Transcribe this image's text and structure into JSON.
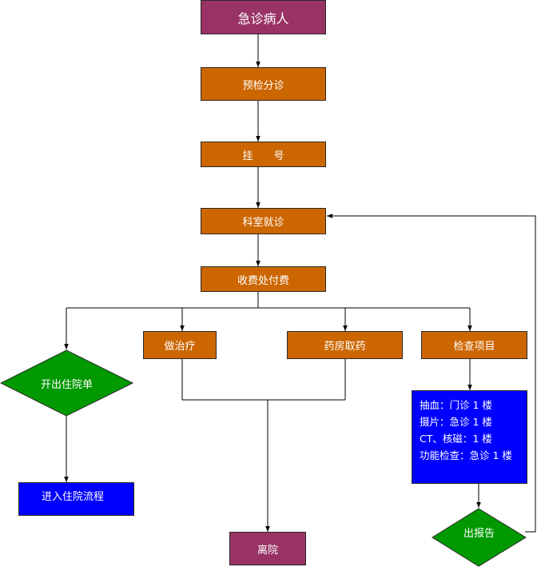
{
  "nodes": {
    "emergency_patient": "急诊病人",
    "triage": "预检分诊",
    "registration": "挂　　号",
    "department_visit": "科室就诊",
    "cashier_payment": "收费处付费",
    "issue_admission_slip": "开出住院单",
    "treatment": "做治疗",
    "pharmacy": "药房取药",
    "examination": "检查项目",
    "admission_process": "进入住院流程",
    "discharge": "离院",
    "report_out": "出报告"
  },
  "exam_locations": [
    "抽血：门诊 1 楼",
    "摄片：急诊 1 楼",
    "CT、核磁：1 楼",
    "功能检查：急诊 1 楼"
  ],
  "colors": {
    "orange": "#cc6600",
    "purple": "#993366",
    "blue": "#0000ff",
    "green": "#009900",
    "line": "#000000"
  }
}
